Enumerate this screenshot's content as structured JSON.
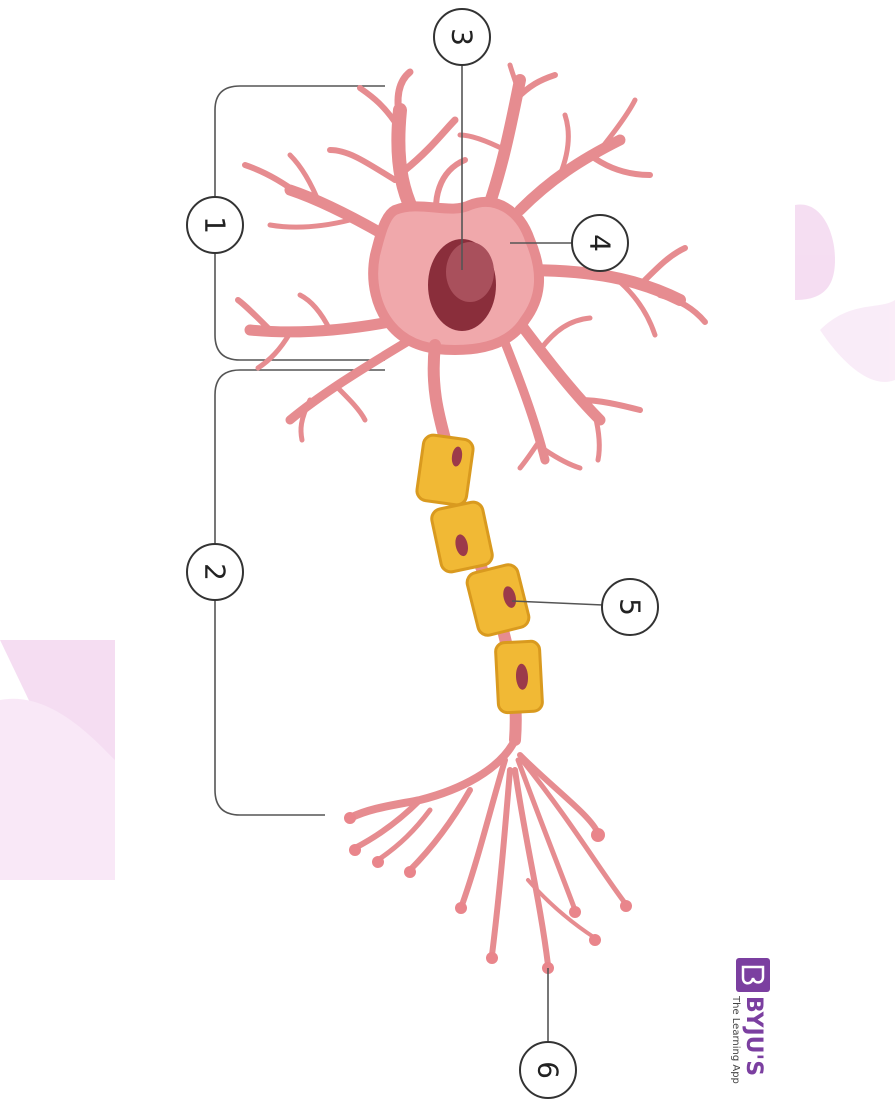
{
  "callouts": [
    {
      "id": "1",
      "label": "1"
    },
    {
      "id": "2",
      "label": "2"
    },
    {
      "id": "3",
      "label": "3"
    },
    {
      "id": "4",
      "label": "4"
    },
    {
      "id": "5",
      "label": "5"
    },
    {
      "id": "6",
      "label": "6"
    }
  ],
  "logo": {
    "brand": "BYJU'S",
    "tagline": "The Learning App"
  },
  "colors": {
    "membrane": "#e68c90",
    "membrane_dark": "#d36a72",
    "soma_fill": "#f0a8ab",
    "nucleus_outer": "#8a2e3b",
    "nucleus_inner": "#a9505c",
    "myelin": "#f1b935",
    "myelin_dark": "#d99a1f",
    "myelin_nucleus": "#9c3a4a",
    "line": "#555555",
    "callout_stroke": "#333333",
    "watermark": "#e9b6e3",
    "brand_purple": "#7b3fa0"
  }
}
